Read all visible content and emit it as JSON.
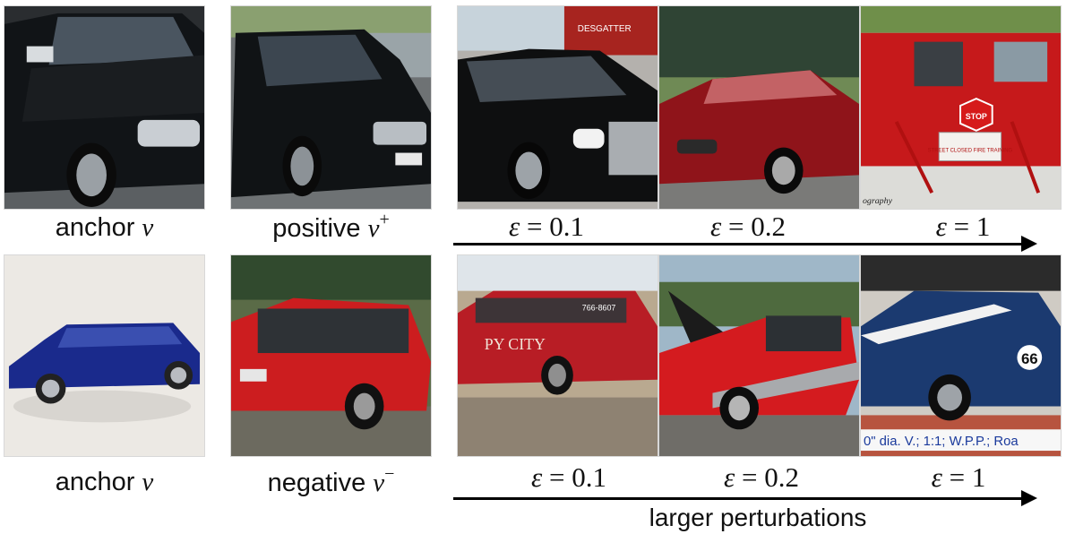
{
  "figure": {
    "row1": {
      "anchor": {
        "label": "anchor",
        "symbol": "v"
      },
      "positive": {
        "label": "positive",
        "symbol": "v",
        "sup": "+"
      },
      "eps": [
        {
          "prefix": "ε",
          "value": "= 0.1"
        },
        {
          "prefix": "ε",
          "value": "= 0.2"
        },
        {
          "prefix": "ε",
          "value": "=  1"
        }
      ]
    },
    "row2": {
      "anchor": {
        "label": "anchor",
        "symbol": "v"
      },
      "negative": {
        "label": "negative",
        "symbol": "v",
        "sup": "−"
      },
      "eps": [
        {
          "prefix": "ε",
          "value": "= 0.1"
        },
        {
          "prefix": "ε",
          "value": "= 0.2"
        },
        {
          "prefix": "ε",
          "value": "= 1"
        }
      ],
      "arrow_label": "larger perturbations"
    },
    "image_text": {
      "fire_truck_brand": "DESGATTER",
      "stop_sign": "STOP",
      "street_sign": "STREET CLOSED FIRE TRAINING",
      "watermark": "ography",
      "limo_side": "PY CITY",
      "limo_plate": "766-8607",
      "racing_number": "66",
      "model_caption": "0\" dia. V.; 1:1; W.P.P.; Roa"
    }
  }
}
